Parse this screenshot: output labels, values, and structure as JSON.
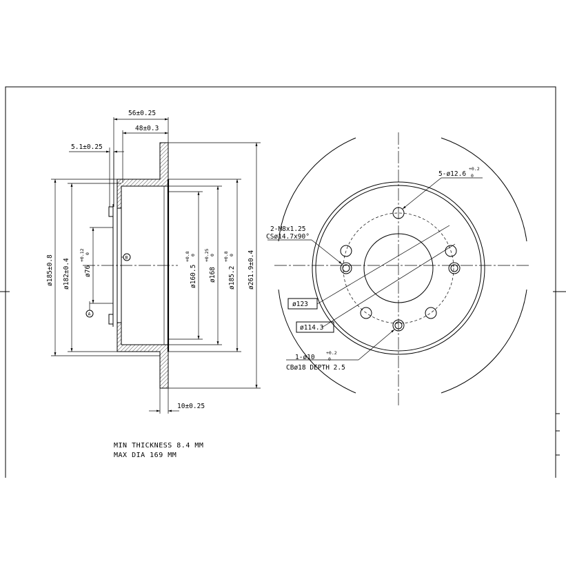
{
  "dimensions": {
    "width_56": "56±0.25",
    "width_48": "48±0.3",
    "offset_5_1": "5.1±0.25",
    "thickness_10": "10±0.25",
    "dia_185": "ø185±0.8",
    "dia_182": "ø182±0.4",
    "dia_76": "ø76",
    "dia_76_tol": "+0.12",
    "dia_76_tol_low": "0",
    "dia_160_5": "ø160.5",
    "dia_160_5_tol": "+0.8",
    "dia_160_5_tol_low": "0",
    "dia_168": "ø168",
    "dia_168_tol": "+0.25",
    "dia_168_tol_low": "0",
    "dia_185_2": "ø185.2",
    "dia_185_2_tol": "+0.8",
    "dia_185_2_tol_low": "0",
    "dia_261_9": "ø261.9±0.4"
  },
  "datum_labels": {
    "a": "A",
    "b": "B"
  },
  "callouts": {
    "bolt_holes": "5-ø12.6",
    "bolt_holes_tol": "+0.2",
    "bolt_holes_tol_low": "0",
    "thread_line1": "2-M8x1.25",
    "thread_line2": "CSø14.7x90°",
    "pcd_123": "ø123",
    "pcd_114_3": "ø114.3",
    "pin_line1": "1-ø10",
    "pin_tol": "+0.2",
    "pin_tol_low": "0",
    "pin_line2": "CBø18 DEPTH 2.5"
  },
  "notes": {
    "min_thickness": "MIN THICKNESS 8.4 MM",
    "max_dia": "MAX DIA 169 MM"
  }
}
